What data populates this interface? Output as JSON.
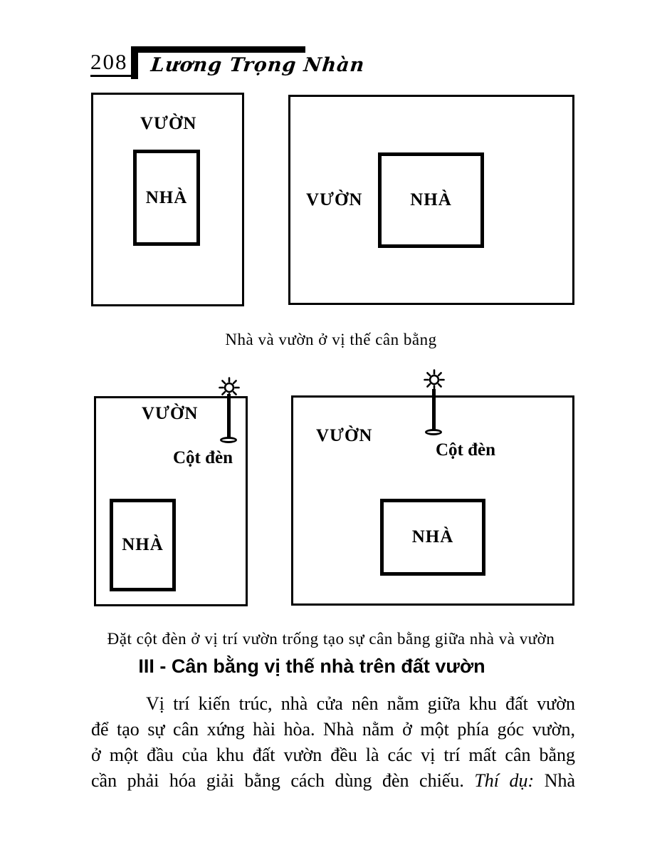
{
  "header": {
    "page_number": "208",
    "author": "Lương Trọng Nhàn"
  },
  "figure_top": {
    "left": {
      "garden": "VƯỜN",
      "house": "NHÀ"
    },
    "right": {
      "garden": "VƯỜN",
      "house": "NHÀ"
    },
    "caption": "Nhà và vườn ở vị thế cân bằng"
  },
  "figure_bottom": {
    "left": {
      "garden": "VƯỜN",
      "house": "NHÀ",
      "lamp": "Cột đèn"
    },
    "right": {
      "garden": "VƯỜN",
      "house": "NHÀ",
      "lamp": "Cột đèn"
    },
    "caption": "Đặt cột đèn ở vị trí vườn trống tạo sự cân bằng giữa nhà và vườn"
  },
  "section": {
    "heading": "III - Cân bằng vị thế nhà trên đất vườn",
    "lines": [
      "Vị trí kiến trúc, nhà cửa nên nằm giữa khu đất vườn",
      "để tạo sự cân xứng hài hòa. Nhà nằm ở một phía góc vườn,",
      "ở một đầu của khu đất vườn đều là các vị trí mất cân bằng"
    ],
    "line4": {
      "prefix": "cần phải hóa giải bằng cách dùng đèn chiếu.",
      "example": "Thí dụ:",
      "suffix": "Nhà"
    }
  },
  "colors": {
    "ink": "#000000",
    "paper": "#ffffff"
  }
}
